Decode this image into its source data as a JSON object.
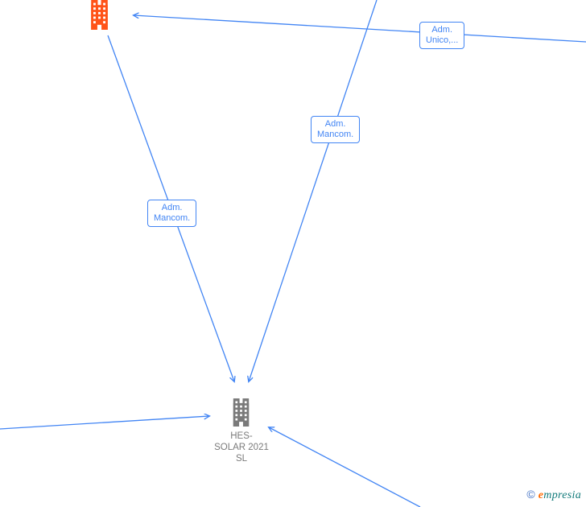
{
  "edges": {
    "label_top_right": {
      "line1": "Adm.",
      "line2": "Unico,..."
    },
    "label_middle": {
      "line1": "Adm.",
      "line2": "Mancom."
    },
    "label_left": {
      "line1": "Adm.",
      "line2": "Mancom."
    }
  },
  "nodes": {
    "top_company": {
      "icon": "building-icon",
      "color": "#FF5319"
    },
    "main_company": {
      "icon": "building-icon",
      "color": "#7a7a7a",
      "name_lines": [
        "HES-",
        "SOLAR 2021",
        "SL"
      ]
    }
  },
  "watermark": {
    "copyright": "©",
    "brand_initial": "e",
    "brand_rest": "mpresia"
  },
  "colors": {
    "edge": "#4285F4",
    "label_border": "#4285F4",
    "building_top": "#FF5319",
    "building_main": "#7a7a7a"
  }
}
